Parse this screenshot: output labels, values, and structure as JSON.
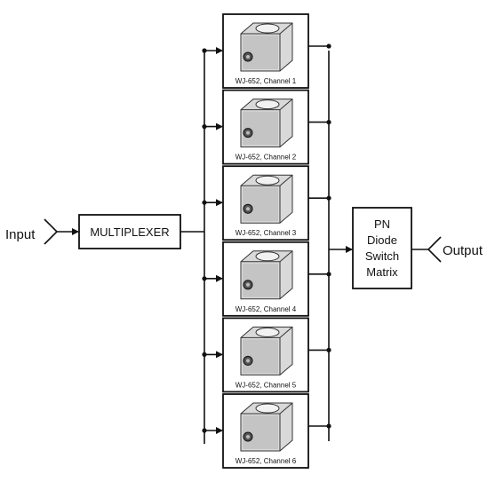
{
  "input_label": "Input",
  "output_label": "Output",
  "multiplexer_label": "MULTIPLEXER",
  "switch_matrix": {
    "line1": "PN",
    "line2": "Diode",
    "line3": "Switch",
    "line4": "Matrix"
  },
  "channels": [
    {
      "caption": "WJ-652, Channel 1"
    },
    {
      "caption": "WJ-652, Channel 2"
    },
    {
      "caption": "WJ-652, Channel 3"
    },
    {
      "caption": "WJ-652, Channel 4"
    },
    {
      "caption": "WJ-652, Channel 5"
    },
    {
      "caption": "WJ-652, Channel 6"
    }
  ]
}
